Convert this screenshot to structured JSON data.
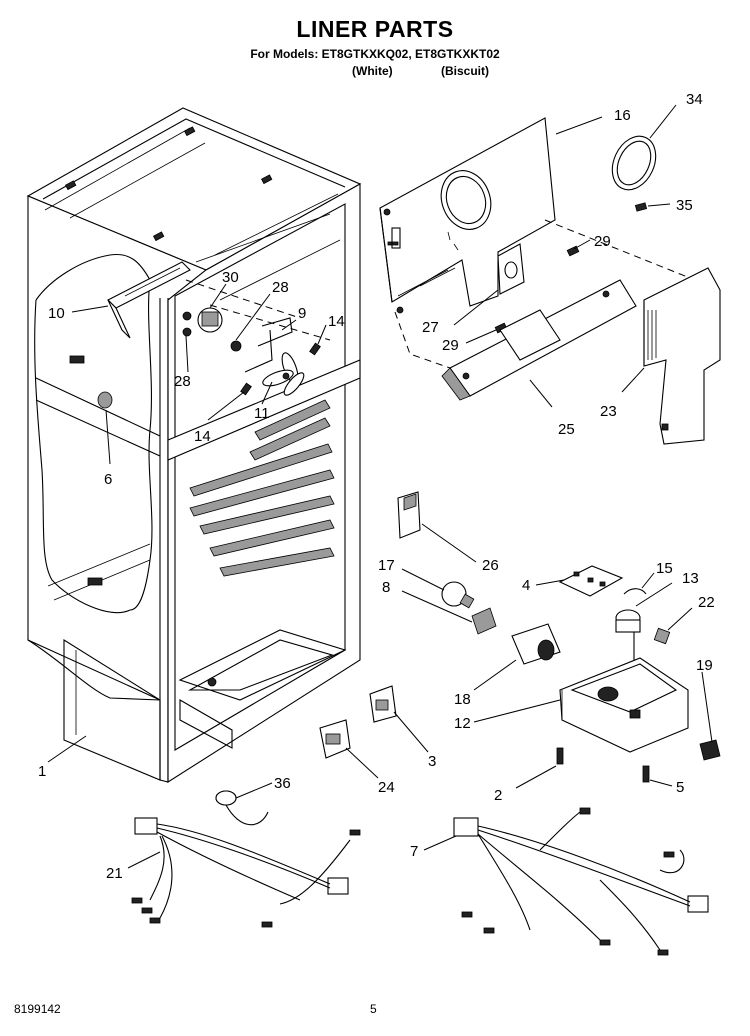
{
  "header": {
    "title": "LINER PARTS",
    "models_line": "For Models: ET8GTKXKQ02, ET8GTKXKT02",
    "variant_white": "(White)",
    "variant_biscuit": "(Biscuit)"
  },
  "footer": {
    "doc_number": "8199142",
    "page_number": "5"
  },
  "callouts": [
    "1",
    "2",
    "3",
    "5",
    "6",
    "7",
    "8",
    "9",
    "10",
    "11",
    "12",
    "13",
    "14",
    "14",
    "15",
    "16",
    "17",
    "18",
    "19",
    "21",
    "22",
    "23",
    "24",
    "25",
    "26",
    "27",
    "28",
    "28",
    "29",
    "29",
    "30",
    "34",
    "35",
    "36"
  ]
}
